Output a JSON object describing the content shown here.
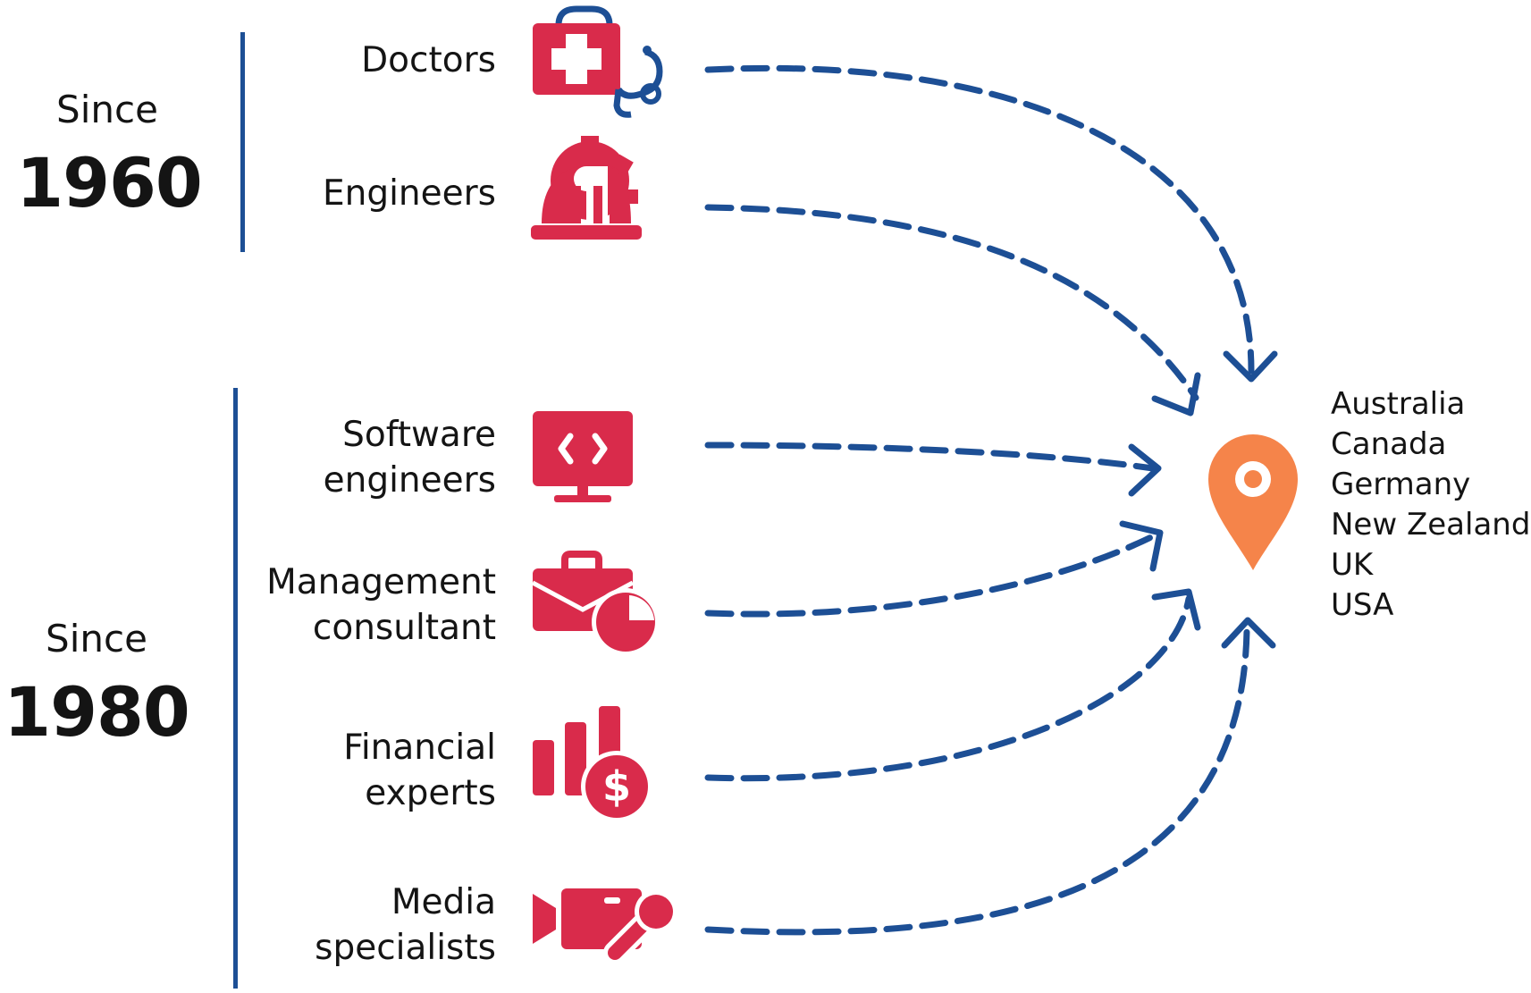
{
  "eras": [
    {
      "since": "Since",
      "year": "1960"
    },
    {
      "since": "Since",
      "year": "1980"
    }
  ],
  "professions": [
    {
      "lines": [
        "Doctors"
      ],
      "icon": "medical-kit-stethoscope-icon"
    },
    {
      "lines": [
        "Engineers"
      ],
      "icon": "hardhat-gear-icon"
    },
    {
      "lines": [
        "Software",
        "engineers"
      ],
      "icon": "code-monitor-icon"
    },
    {
      "lines": [
        "Management",
        "consultant"
      ],
      "icon": "briefcase-pie-chart-icon"
    },
    {
      "lines": [
        "Financial",
        "experts"
      ],
      "icon": "bar-chart-dollar-icon"
    },
    {
      "lines": [
        "Media",
        "specialists"
      ],
      "icon": "video-camera-microphone-icon"
    }
  ],
  "destinations": [
    "Australia",
    "Canada",
    "Germany",
    "New Zealand",
    "UK",
    "USA"
  ],
  "destination_icon": "location-pin-icon",
  "colors": {
    "icon_red": "#d92b4b",
    "arrow_blue": "#1d4f95",
    "pin_orange": "#f5844a",
    "text": "#141414"
  }
}
